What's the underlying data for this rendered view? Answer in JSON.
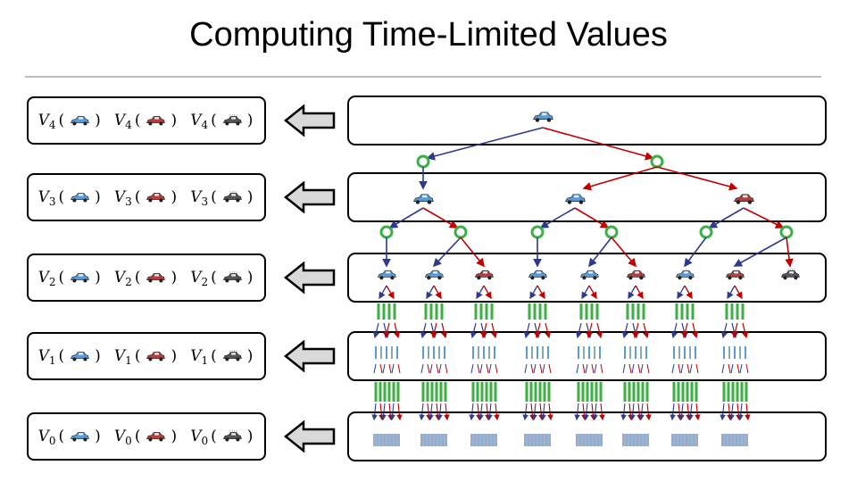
{
  "title": "Computing Time-Limited Values",
  "rows": [
    {
      "level": "4",
      "terms": [
        {
          "symbol": "V",
          "car": "blue-car"
        },
        {
          "symbol": "V",
          "car": "red-car"
        },
        {
          "symbol": "V",
          "car": "overheated-car"
        }
      ]
    },
    {
      "level": "3",
      "terms": [
        {
          "symbol": "V",
          "car": "blue-car"
        },
        {
          "symbol": "V",
          "car": "red-car"
        },
        {
          "symbol": "V",
          "car": "overheated-car"
        }
      ]
    },
    {
      "level": "2",
      "terms": [
        {
          "symbol": "V",
          "car": "blue-car"
        },
        {
          "symbol": "V",
          "car": "red-car"
        },
        {
          "symbol": "V",
          "car": "overheated-car"
        }
      ]
    },
    {
      "level": "1",
      "terms": [
        {
          "symbol": "V",
          "car": "blue-car"
        },
        {
          "symbol": "V",
          "car": "red-car"
        },
        {
          "symbol": "V",
          "car": "overheated-car"
        }
      ]
    },
    {
      "level": "0",
      "terms": [
        {
          "symbol": "V",
          "car": "blue-car"
        },
        {
          "symbol": "V",
          "car": "red-car"
        },
        {
          "symbol": "V",
          "car": "overheated-car"
        }
      ]
    }
  ],
  "colors": {
    "cool_car": "#5b9bd5",
    "warm_car": "#b0413e",
    "overheated_car": "#555555",
    "slow_action": "#2e3a8c",
    "fast_action": "#c00000",
    "chance_node": "#3cb043",
    "rule": "#b9bec7",
    "arrow_fill": "#d9d9d9"
  }
}
